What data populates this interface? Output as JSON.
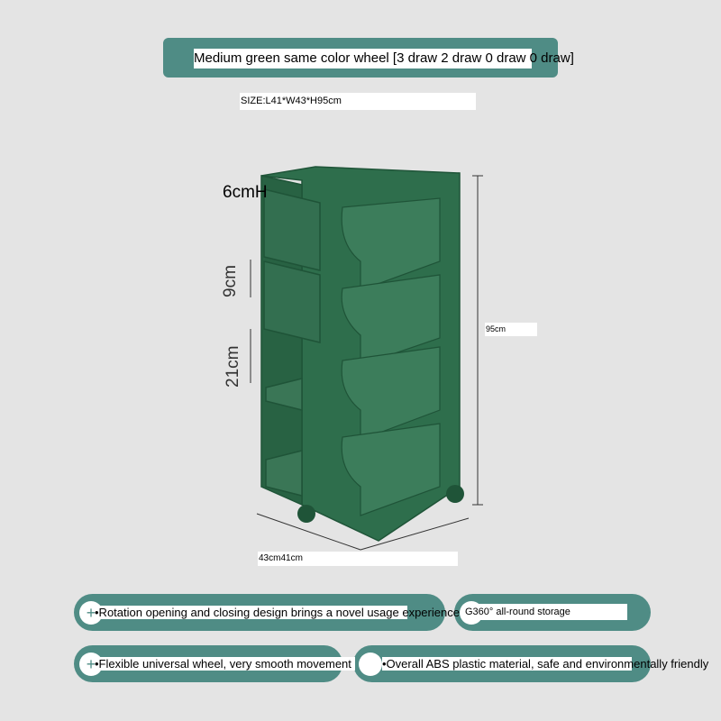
{
  "title": "Medium green   same color wheel [3 draw  2 draw  0 draw  0 draw]",
  "size": "SIZE:L41*W43*H95cm",
  "dimensions": {
    "top": "6cmH",
    "d9": "9cm",
    "d21": "21cm",
    "height": "95cm",
    "base": "43cm41cm"
  },
  "features": [
    "•Rotation opening and closing design brings a novel usage experience",
    "G360° all-round storage",
    "•Flexible universal wheel, very smooth movement",
    "•Overall ABS plastic material, safe and environmentally friendly"
  ],
  "colors": {
    "accent": "#4f8c85",
    "product": "#2e6e4c"
  }
}
